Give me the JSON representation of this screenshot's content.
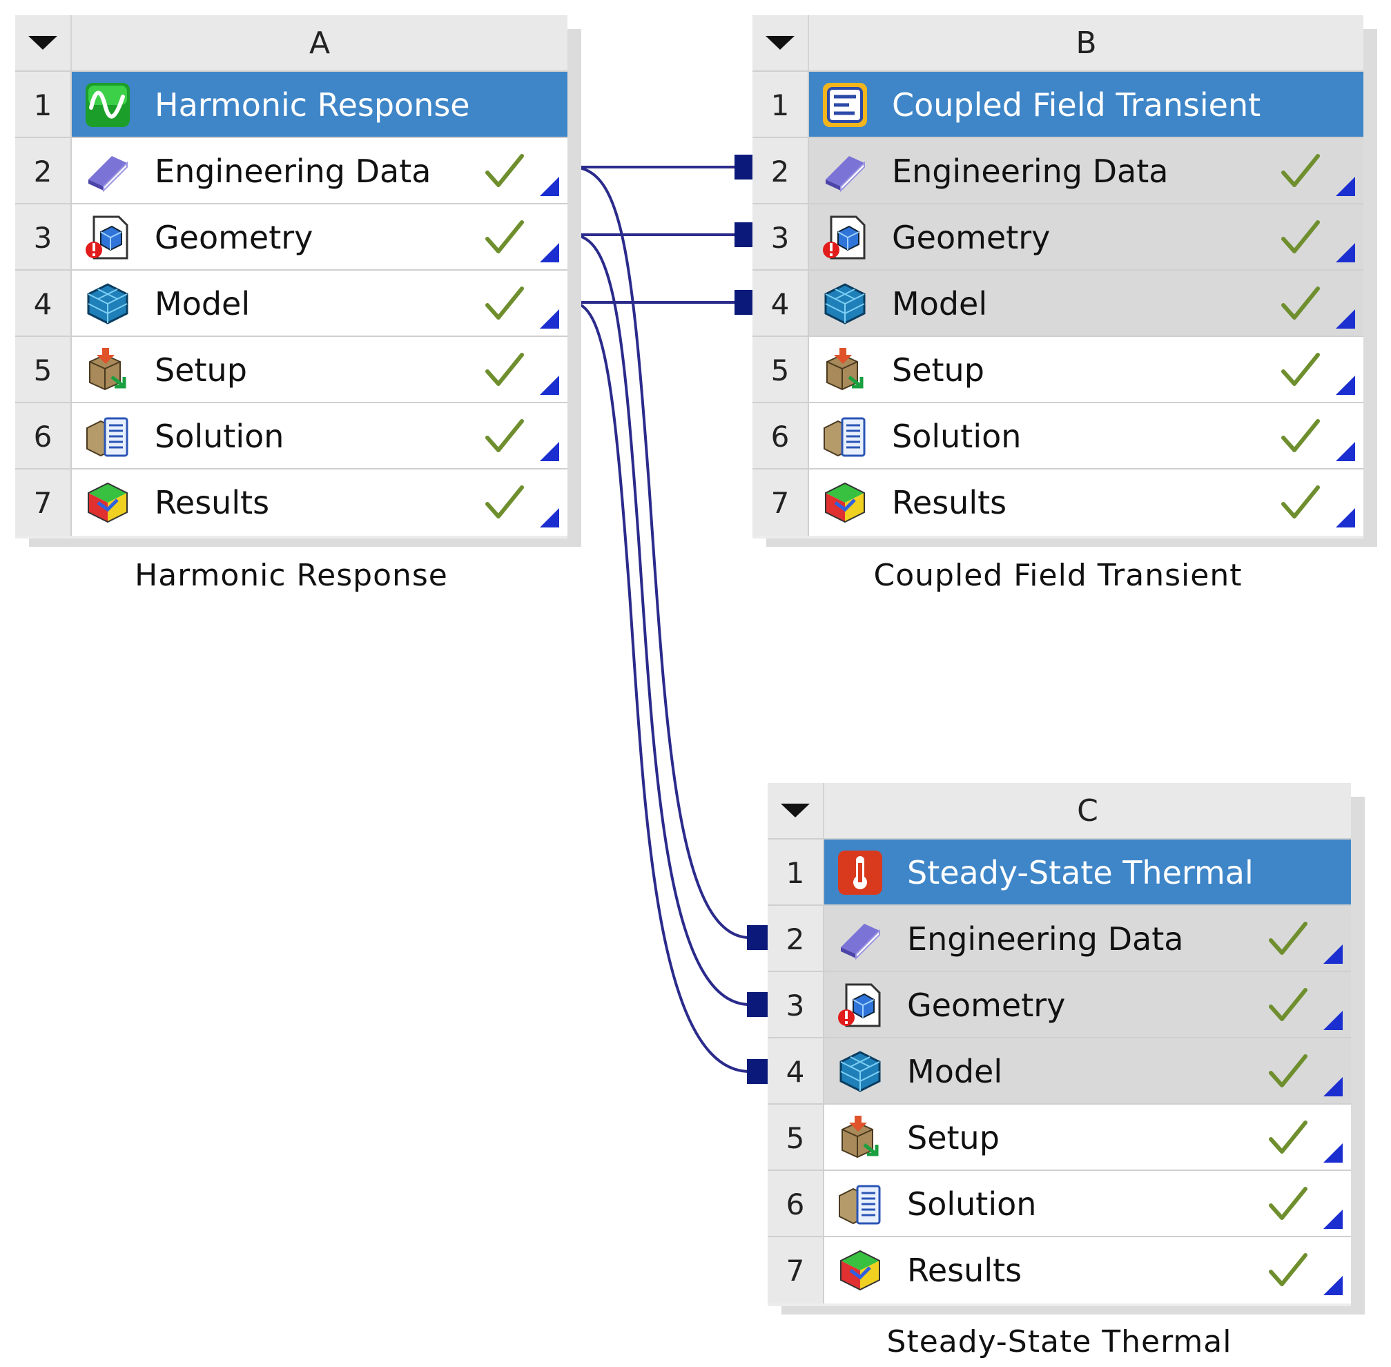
{
  "systems": [
    {
      "letter": "A",
      "title": "Harmonic Response",
      "caption": "Harmonic Response",
      "rows": [
        {
          "num": "1",
          "label": "Harmonic Response",
          "icon": "harmonic-response-icon"
        },
        {
          "num": "2",
          "label": "Engineering Data",
          "icon": "engineering-data-icon"
        },
        {
          "num": "3",
          "label": "Geometry",
          "icon": "geometry-icon"
        },
        {
          "num": "4",
          "label": "Model",
          "icon": "model-icon"
        },
        {
          "num": "5",
          "label": "Setup",
          "icon": "setup-icon"
        },
        {
          "num": "6",
          "label": "Solution",
          "icon": "solution-icon"
        },
        {
          "num": "7",
          "label": "Results",
          "icon": "results-icon"
        }
      ]
    },
    {
      "letter": "B",
      "title": "Coupled Field Transient",
      "caption": "Coupled Field Transient",
      "rows": [
        {
          "num": "1",
          "label": "Coupled Field Transient",
          "icon": "coupled-field-icon"
        },
        {
          "num": "2",
          "label": "Engineering Data",
          "icon": "engineering-data-icon"
        },
        {
          "num": "3",
          "label": "Geometry",
          "icon": "geometry-icon"
        },
        {
          "num": "4",
          "label": "Model",
          "icon": "model-icon"
        },
        {
          "num": "5",
          "label": "Setup",
          "icon": "setup-icon"
        },
        {
          "num": "6",
          "label": "Solution",
          "icon": "solution-icon"
        },
        {
          "num": "7",
          "label": "Results",
          "icon": "results-icon"
        }
      ]
    },
    {
      "letter": "C",
      "title": "Steady-State Thermal",
      "caption": "Steady-State Thermal",
      "rows": [
        {
          "num": "1",
          "label": "Steady-State Thermal",
          "icon": "steady-state-thermal-icon"
        },
        {
          "num": "2",
          "label": "Engineering Data",
          "icon": "engineering-data-icon"
        },
        {
          "num": "3",
          "label": "Geometry",
          "icon": "geometry-icon"
        },
        {
          "num": "4",
          "label": "Model",
          "icon": "model-icon"
        },
        {
          "num": "5",
          "label": "Setup",
          "icon": "setup-icon"
        },
        {
          "num": "6",
          "label": "Solution",
          "icon": "solution-icon"
        },
        {
          "num": "7",
          "label": "Results",
          "icon": "results-icon"
        }
      ]
    }
  ],
  "colors": {
    "title_bar": "#3f86c8",
    "linked_cell": "#d9d9d9",
    "connector": "#2b2b8c",
    "connector_end": "#0b1a7a",
    "check": "#6f8f2f",
    "status_corner": "#1b2fd0"
  },
  "links": [
    {
      "from": "A.2",
      "to": "B.2"
    },
    {
      "from": "A.3",
      "to": "B.3"
    },
    {
      "from": "A.4",
      "to": "B.4"
    },
    {
      "from": "A.2",
      "to": "C.2"
    },
    {
      "from": "A.3",
      "to": "C.3"
    },
    {
      "from": "A.4",
      "to": "C.4"
    }
  ]
}
